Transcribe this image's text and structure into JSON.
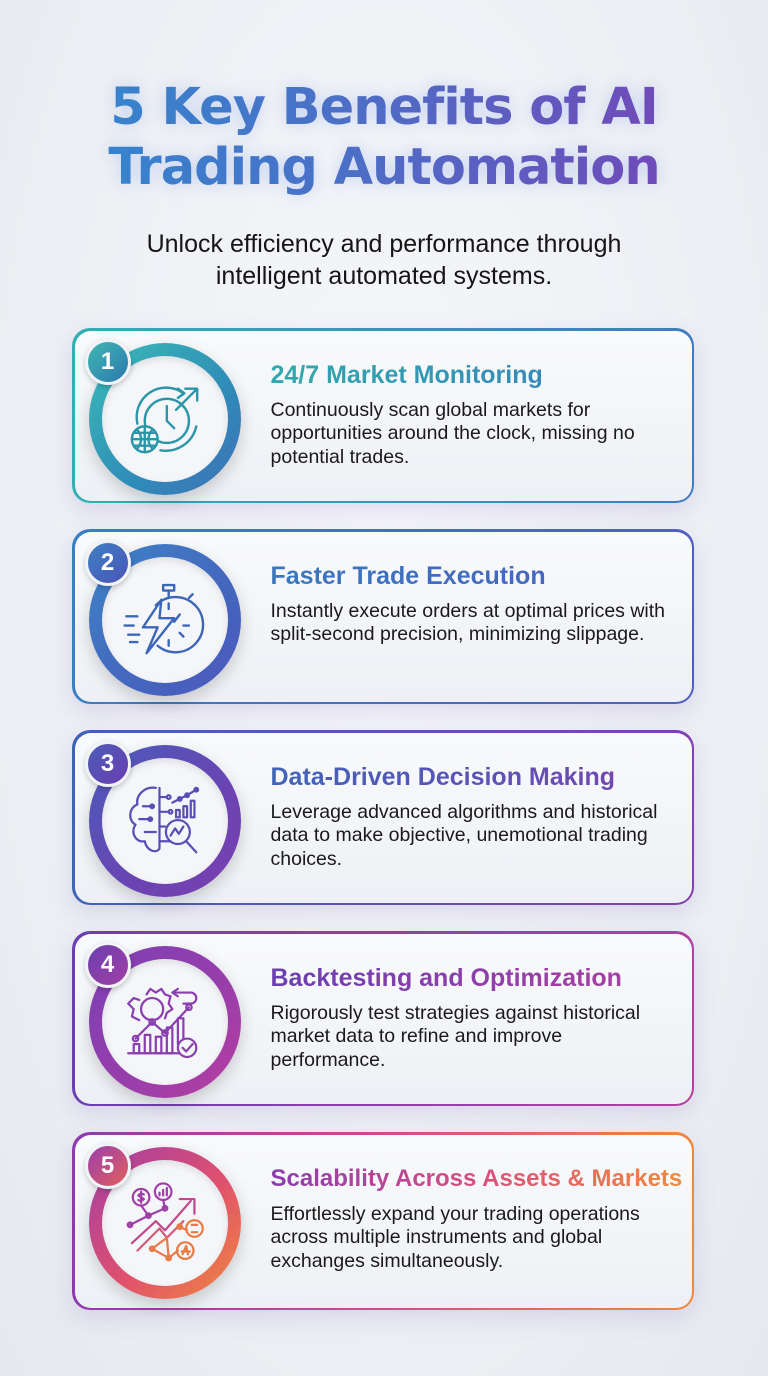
{
  "header": {
    "title_line1": "5 Key Benefits of AI",
    "title_line2": "Trading Automation",
    "subtitle_line1": "Unlock efficiency and performance through",
    "subtitle_line2": "intelligent automated systems."
  },
  "benefits": [
    {
      "number": "1",
      "title": "24/7 Market Monitoring",
      "description": "Continuously scan global markets for opportunities around the clock, missing no potential trades.",
      "icon": "clock-globe-arrow-icon",
      "colors": {
        "start": "#2fb0b2",
        "end": "#3f7cc0"
      }
    },
    {
      "number": "2",
      "title": "Faster Trade Execution",
      "description": "Instantly execute orders at optimal prices with split-second precision, minimizing slippage.",
      "icon": "stopwatch-lightning-icon",
      "colors": {
        "start": "#3a7ec4",
        "end": "#4f5fc0"
      }
    },
    {
      "number": "3",
      "title": "Data-Driven Decision Making",
      "description": "Leverage advanced algorithms and historical data to make objective, unemotional trading choices.",
      "icon": "brain-chart-magnifier-icon",
      "colors": {
        "start": "#3f63b8",
        "end": "#8240b0"
      }
    },
    {
      "number": "4",
      "title": "Backtesting and Optimization",
      "description": "Rigorously test strategies against historical market data to refine and improve performance.",
      "icon": "gear-chart-check-icon",
      "colors": {
        "start": "#6a3fb3",
        "end": "#b43fa0"
      }
    },
    {
      "number": "5",
      "title": "Scalability Across Assets & Markets",
      "description": "Effortlessly expand your trading operations across multiple instruments and global exchanges simultaneously.",
      "icon": "network-growth-coins-icon",
      "colors": {
        "start": "#8d3ab0",
        "end": "#f0883a"
      }
    }
  ]
}
